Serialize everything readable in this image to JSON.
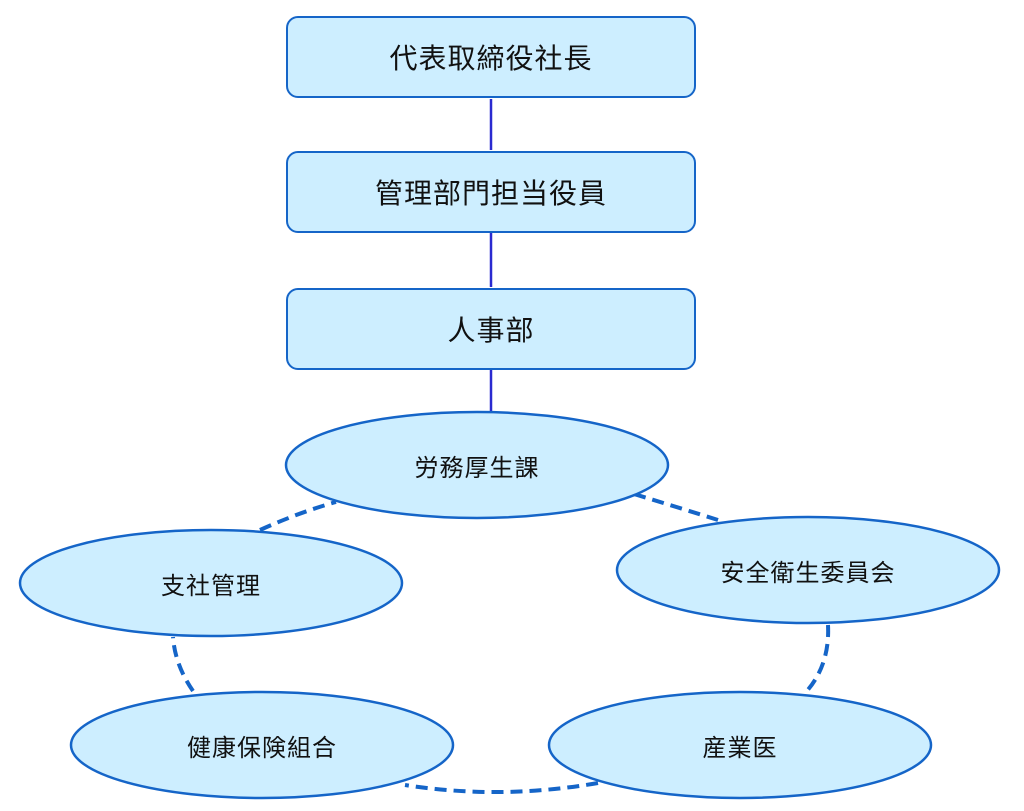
{
  "title": "組織図",
  "colors": {
    "fill": "#cdeeff",
    "stroke": "#1565c8",
    "solid_connector": "#2a2ad0",
    "dashed_connector": "#1565c8"
  },
  "hierarchy": [
    {
      "id": "president",
      "label": "代表取締役社長"
    },
    {
      "id": "admin-officer",
      "label": "管理部門担当役員"
    },
    {
      "id": "hr-dept",
      "label": "人事部"
    }
  ],
  "circle_nodes": [
    {
      "id": "labor-welfare",
      "label": "労務厚生課"
    },
    {
      "id": "safety-committee",
      "label": "安全衛生委員会"
    },
    {
      "id": "industrial-physician",
      "label": "産業医"
    },
    {
      "id": "health-insurance",
      "label": "健康保険組合"
    },
    {
      "id": "branch-management",
      "label": "支社管理"
    }
  ],
  "connections": {
    "solid": [
      [
        "president",
        "admin-officer"
      ],
      [
        "admin-officer",
        "hr-dept"
      ],
      [
        "hr-dept",
        "labor-welfare"
      ]
    ],
    "dashed": [
      [
        "labor-welfare",
        "safety-committee"
      ],
      [
        "safety-committee",
        "industrial-physician"
      ],
      [
        "industrial-physician",
        "health-insurance"
      ],
      [
        "health-insurance",
        "branch-management"
      ],
      [
        "branch-management",
        "labor-welfare"
      ]
    ]
  }
}
